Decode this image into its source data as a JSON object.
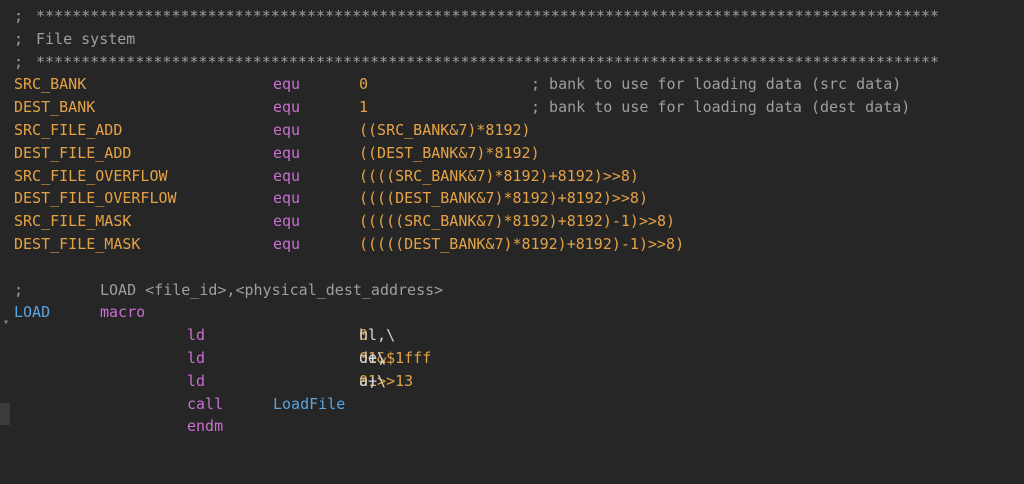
{
  "editor": {
    "lines": {
      "stars1": {
        "semi": ";",
        "text": "****************************************************************************************************"
      },
      "header": {
        "semi": ";",
        "text": "File system"
      },
      "stars2": {
        "semi": ";",
        "text": "****************************************************************************************************"
      },
      "equs": [
        {
          "name": "SRC_BANK",
          "kw": "equ",
          "value": "0",
          "comment": "; bank to use for loading data (src data)"
        },
        {
          "name": "DEST_BANK",
          "kw": "equ",
          "value": "1",
          "comment": "; bank to use for loading data (dest data)"
        },
        {
          "name": "SRC_FILE_ADD",
          "kw": "equ",
          "value": "((SRC_BANK&7)*8192)",
          "comment": ""
        },
        {
          "name": "DEST_FILE_ADD",
          "kw": "equ",
          "value": "((DEST_BANK&7)*8192)",
          "comment": ""
        },
        {
          "name": "SRC_FILE_OVERFLOW",
          "kw": "equ",
          "value": "((((SRC_BANK&7)*8192)+8192)>>8)",
          "comment": ""
        },
        {
          "name": "DEST_FILE_OVERFLOW",
          "kw": "equ",
          "value": "((((DEST_BANK&7)*8192)+8192)>>8)",
          "comment": ""
        },
        {
          "name": "SRC_FILE_MASK",
          "kw": "equ",
          "value": "(((((SRC_BANK&7)*8192)+8192)-1)>>8)",
          "comment": ""
        },
        {
          "name": "DEST_FILE_MASK",
          "kw": "equ",
          "value": "(((((DEST_BANK&7)*8192)+8192)-1)>>8)",
          "comment": ""
        }
      ],
      "usage": {
        "semi": ";",
        "text": "LOAD <file_id>,<physical_dest_address>"
      },
      "macro": {
        "name": "LOAD",
        "kw": "macro"
      },
      "body": [
        {
          "instr": "ld",
          "op_a": "hl,\\",
          "op_b": "0",
          "op_c": "",
          "op_d": ""
        },
        {
          "instr": "ld",
          "op_a": "de,",
          "op_b": "0",
          "op_c": "+\\",
          "op_d": "1&$1fff"
        },
        {
          "instr": "ld",
          "op_a": "a,",
          "op_b": "0",
          "op_c": "+\\",
          "op_d": "1>>13"
        }
      ],
      "call": {
        "instr": "call",
        "target": "LoadFile"
      },
      "endm": {
        "instr": "endm"
      }
    },
    "gutter": {
      "fold_glyph": "▾"
    }
  }
}
